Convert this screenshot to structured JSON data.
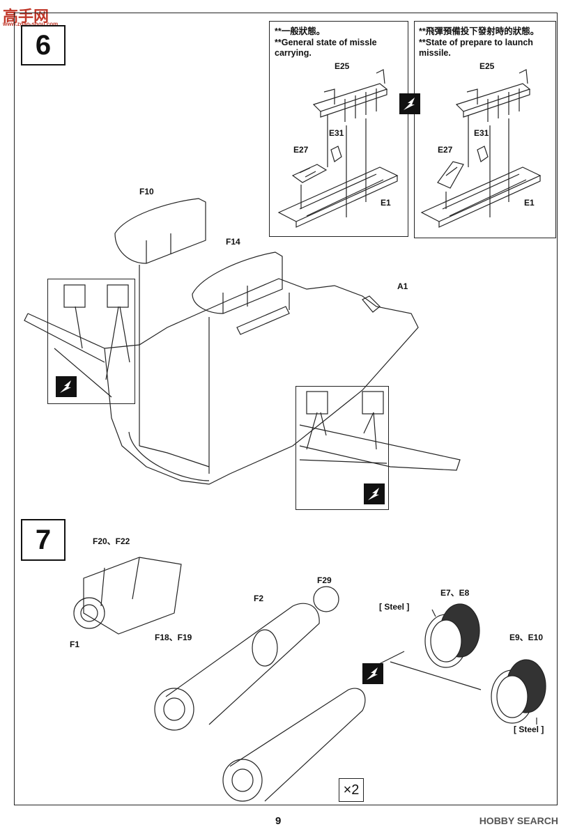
{
  "watermark": {
    "logo_text": "高手网",
    "url": "www.zgao-shou.com"
  },
  "page_number": "9",
  "branding": {
    "name": "HOBBY SEARCH",
    "color": "#555555"
  },
  "step6": {
    "number": "6",
    "inset_left": {
      "note_zh": "**一般狀態。",
      "note_en": "**General state of missle carrying.",
      "labels": {
        "e25": "E25",
        "e31": "E31",
        "e27": "E27",
        "e1": "E1"
      }
    },
    "inset_right": {
      "note_zh": "**飛彈預備投下發射時的狀態。",
      "note_en": "**State of prepare to launch missile.",
      "labels": {
        "e25": "E25",
        "e31": "E31",
        "e27": "E27",
        "e1": "E1"
      }
    },
    "parts": {
      "f10": "F10",
      "f14": "F14",
      "a1": "A1"
    }
  },
  "step7": {
    "number": "7",
    "parts": {
      "f20_f22": "F20、F22",
      "f1": "F1",
      "f18_f19": "F18、F19",
      "f2": "F2",
      "f29": "F29",
      "e7_e8": "E7、E8",
      "e9_e10": "E9、E10",
      "steel_1": "[ Steel ]",
      "steel_2": "[ Steel ]"
    },
    "multiplier": "×2"
  }
}
